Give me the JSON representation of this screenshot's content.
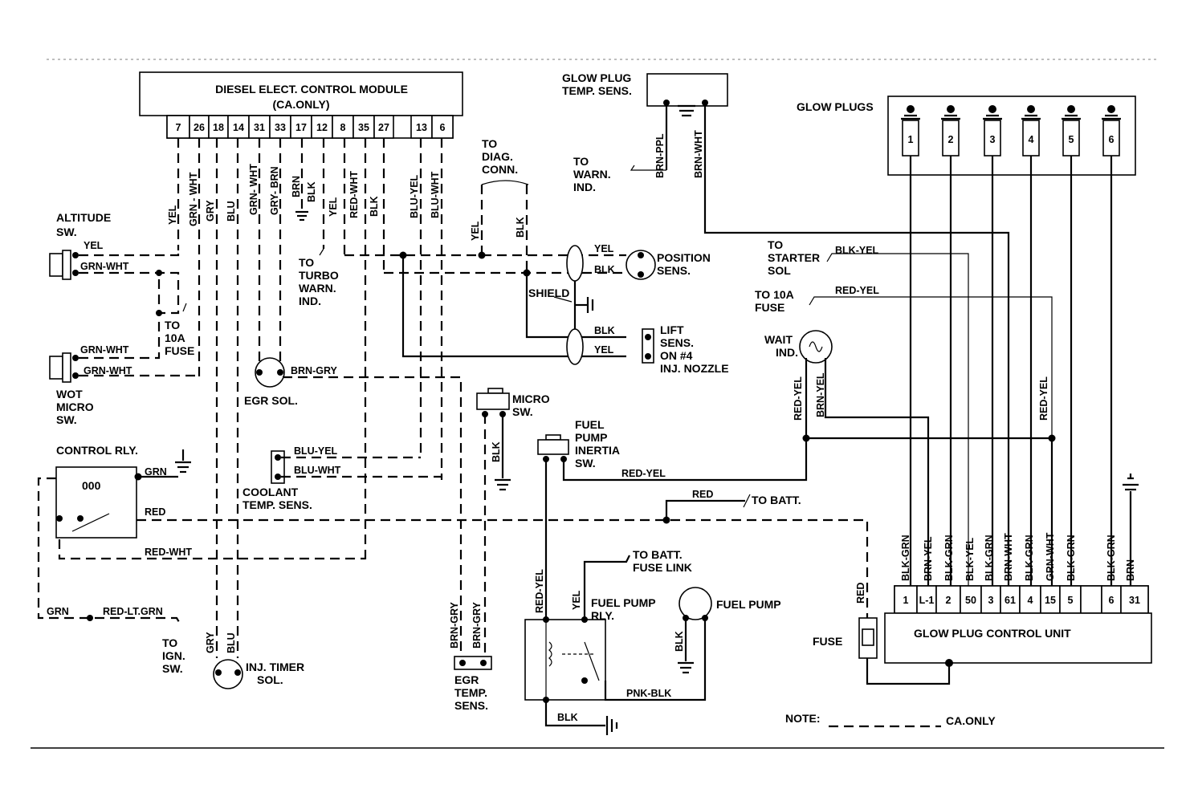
{
  "ecm": {
    "title": "DIESEL ELECT. CONTROL MODULE",
    "subtitle": "(CA.ONLY)",
    "pins": [
      "7",
      "26",
      "18",
      "14",
      "31",
      "33",
      "17",
      "12",
      "8",
      "35",
      "27",
      "13",
      "6"
    ]
  },
  "ecm_wires": [
    "YEL",
    "GRN - WHT",
    "GRY",
    "BLU",
    "GRN- WHT",
    "GRY- BRN",
    "BRN",
    "BLK",
    "YEL",
    "RED-WHT",
    "BLK",
    "BLU-YEL",
    "BLU-WHT"
  ],
  "glow_plug_temp": {
    "label_line1": "GLOW PLUG",
    "label_line2": "TEMP. SENS.",
    "wire1": "BRN-PPL",
    "wire2": "BRN-WHT"
  },
  "to_warn": [
    "TO",
    "WARN.",
    "IND."
  ],
  "to_diag": [
    "TO",
    "DIAG.",
    "CONN."
  ],
  "diag_wires": [
    "YEL",
    "BLK"
  ],
  "glow_plugs": {
    "label": "GLOW PLUGS",
    "numbers": [
      "1",
      "2",
      "3",
      "4",
      "5",
      "6"
    ]
  },
  "altitude_sw": {
    "label": [
      "ALTITUDE",
      "SW."
    ],
    "wire1": "YEL",
    "wire2": "GRN-WHT"
  },
  "to_10a_fuse_left": [
    "TO",
    "10A",
    "FUSE"
  ],
  "wot_micro_sw": {
    "label": [
      "WOT",
      "MICRO",
      "SW."
    ],
    "wire1": "GRN-WHT",
    "wire2": "GRN-WHT"
  },
  "to_turbo": [
    "TO",
    "TURBO",
    "WARN.",
    "IND."
  ],
  "position_sens": {
    "label": [
      "POSITION",
      "SENS."
    ],
    "wire1": "YEL",
    "wire2": "BLK"
  },
  "shield": "SHIELD",
  "lift_sens": {
    "label": [
      "LIFT",
      "SENS.",
      "ON #4",
      "INJ. NOZZLE"
    ],
    "wire1": "BLK",
    "wire2": "YEL"
  },
  "to_starter": {
    "label": [
      "TO",
      "STARTER",
      "SOL"
    ],
    "wire": "BLK-YEL"
  },
  "to_10a_fuse_right": {
    "label": [
      "TO 10A",
      "FUSE"
    ],
    "wire": "RED-YEL"
  },
  "wait_ind": {
    "label": [
      "WAIT",
      "IND."
    ],
    "wire1": "RED-YEL",
    "wire2": "BRN-YEL",
    "wire3": "RED-YEL"
  },
  "egr_sol": {
    "label": "EGR SOL.",
    "wire": "BRN-GRY"
  },
  "micro_sw": {
    "label": [
      "MICRO",
      "SW."
    ],
    "wire": "BLK"
  },
  "control_rly": {
    "label": "CONTROL RLY.",
    "wire_grn": "GRN",
    "wire_red": "RED",
    "wire_redwht": "RED-WHT"
  },
  "coolant_temp": {
    "label": [
      "COOLANT",
      "TEMP. SENS."
    ],
    "wire1": "BLU-YEL",
    "wire2": "BLU-WHT"
  },
  "fuel_pump_inertia": {
    "label": [
      "FUEL",
      "PUMP",
      "INERTIA",
      "SW."
    ],
    "wire": "RED-YEL"
  },
  "to_batt_mid": {
    "wire": "RED",
    "label": "TO BATT."
  },
  "to_batt_fuselink": [
    "TO BATT.",
    "FUSE LINK"
  ],
  "fuel_pump": {
    "label": "FUEL PUMP"
  },
  "fuel_pump_rly": {
    "label": [
      "FUEL PUMP",
      "RLY."
    ],
    "wire_left": "RED-YEL",
    "wire_mid": "YEL",
    "wire_pump": "BLK",
    "wire_bottom": "PNK-BLK",
    "wire_gnd": "BLK"
  },
  "to_ign": {
    "wire1": "GRN",
    "wire2": "RED-LT.GRN",
    "label": [
      "TO",
      "IGN.",
      "SW."
    ]
  },
  "inj_timer": {
    "label": [
      "INJ. TIMER",
      "SOL."
    ],
    "wire1": "GRY",
    "wire2": "BLU"
  },
  "egr_temp": {
    "label": [
      "EGR",
      "TEMP.",
      "SENS."
    ],
    "wire1": "BRN-GRY",
    "wire2": "BRN-GRY"
  },
  "gpcu": {
    "label": "GLOW PLUG CONTROL UNIT",
    "pins": [
      "1",
      "L-1",
      "2",
      "50",
      "3",
      "61",
      "4",
      "15",
      "5",
      "",
      "6",
      "31"
    ],
    "wires": [
      "BLK-GRN",
      "BRN-YEL",
      "BLK-GRN",
      "BLK-YEL",
      "BLK-GRN",
      "BRN-WHT",
      "BLK-GRN",
      "GRN-WHT",
      "BLK-GRN",
      "BLK-GRN",
      "BRN"
    ]
  },
  "fuse": {
    "label": "FUSE",
    "wire": "RED"
  },
  "note": {
    "label": "NOTE:",
    "text": "CA.ONLY"
  }
}
